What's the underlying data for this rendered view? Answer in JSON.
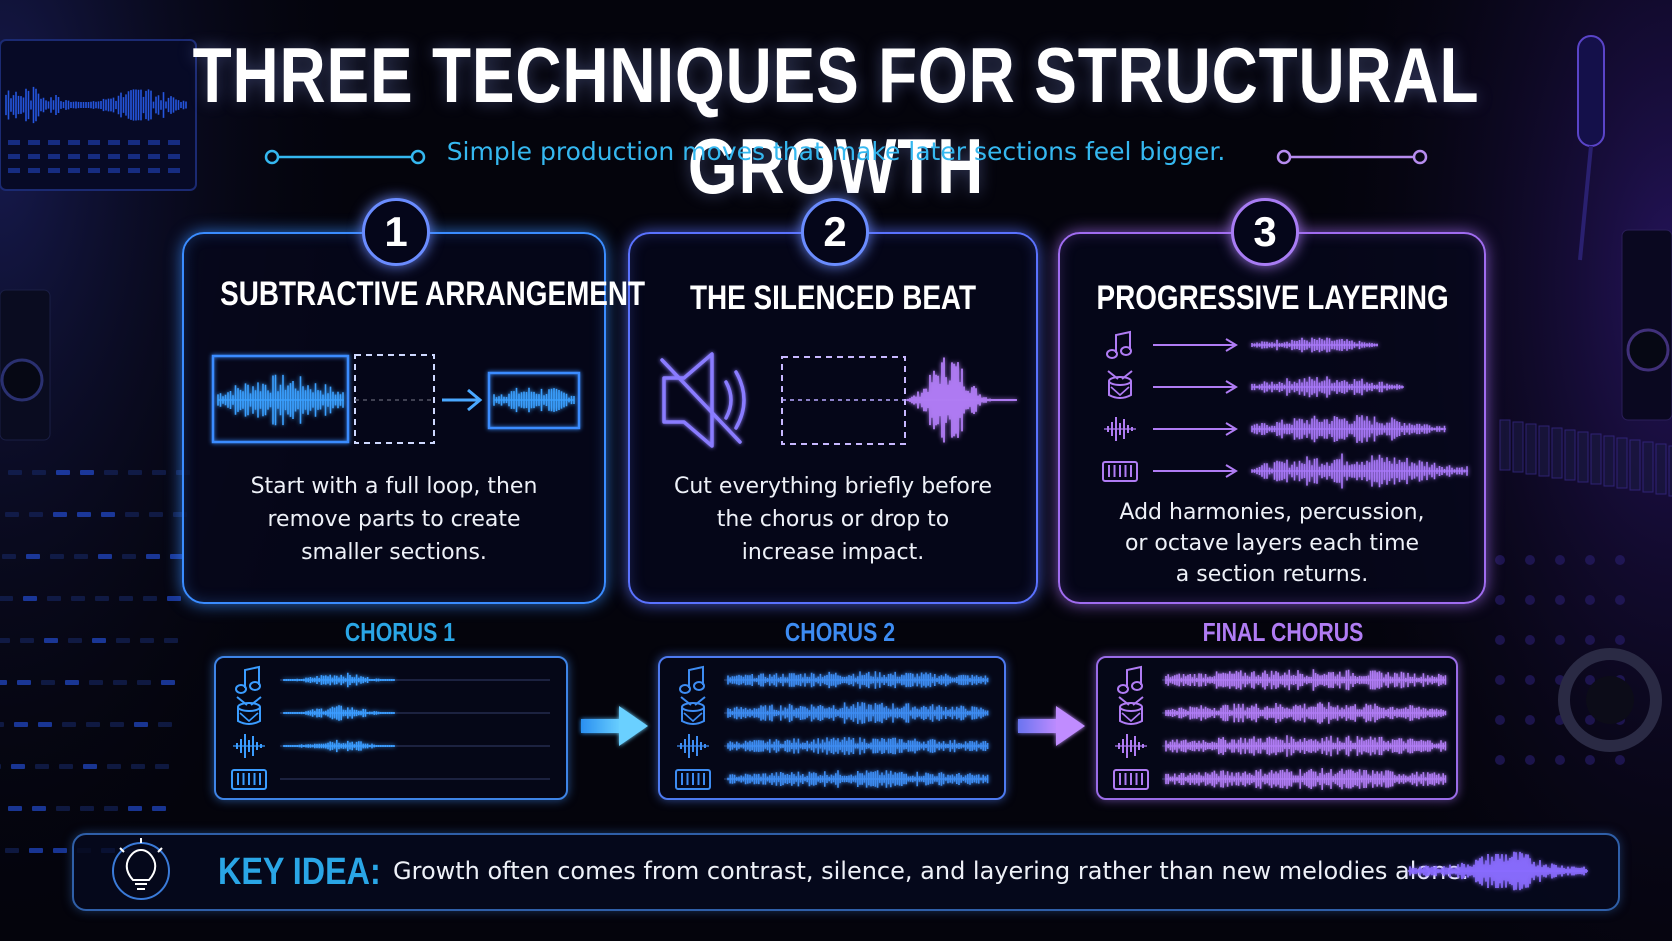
{
  "title": "THREE TECHNIQUES FOR STRUCTURAL GROWTH",
  "subtitle": "Simple production moves that make later sections feel bigger.",
  "techniques": [
    {
      "number": "1",
      "title": "SUBTRACTIVE ARRANGEMENT",
      "description": [
        "Start with a full loop, then",
        "remove parts to create",
        "smaller sections."
      ]
    },
    {
      "number": "2",
      "title": "THE SILENCED BEAT",
      "description": [
        "Cut everything briefly before",
        "the chorus or drop to",
        "increase impact."
      ]
    },
    {
      "number": "3",
      "title": "PROGRESSIVE LAYERING",
      "description": [
        "Add harmonies, percussion,",
        "or octave layers each time",
        "a section returns."
      ]
    }
  ],
  "choruses": [
    {
      "label": "CHORUS 1",
      "color": "#2aa6e6"
    },
    {
      "label": "CHORUS 2",
      "color": "#3d8cf2"
    },
    {
      "label": "FINAL CHORUS",
      "color": "#b07cf4"
    }
  ],
  "layer_icons": [
    "music-note-icon",
    "drum-icon",
    "waveform-icon",
    "keyboard-icon"
  ],
  "key_idea": {
    "label": "KEY IDEA:",
    "text": "Growth often comes from contrast, silence, and layering rather than new melodies alone.",
    "icon": "lightbulb-icon"
  },
  "colors": {
    "blue": "#3a8cff",
    "cyan": "#35b8f0",
    "indigo": "#5a72ff",
    "purple": "#a06cf0",
    "background": "#04040c"
  }
}
